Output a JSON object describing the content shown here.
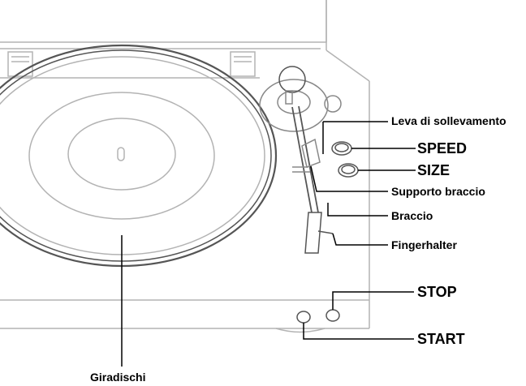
{
  "labels": {
    "leva": "Leva di sollevamento",
    "speed": "SPEED",
    "size": "SIZE",
    "supporto": "Supporto braccio",
    "braccio": "Braccio",
    "fingerhalter": "Fingerhalter",
    "stop": "STOP",
    "start": "START",
    "giradischi": "Giradischi"
  },
  "colors": {
    "outline": "#b3b3b3",
    "dark_outline": "#555555",
    "leader": "#000000",
    "label": "#000000"
  }
}
